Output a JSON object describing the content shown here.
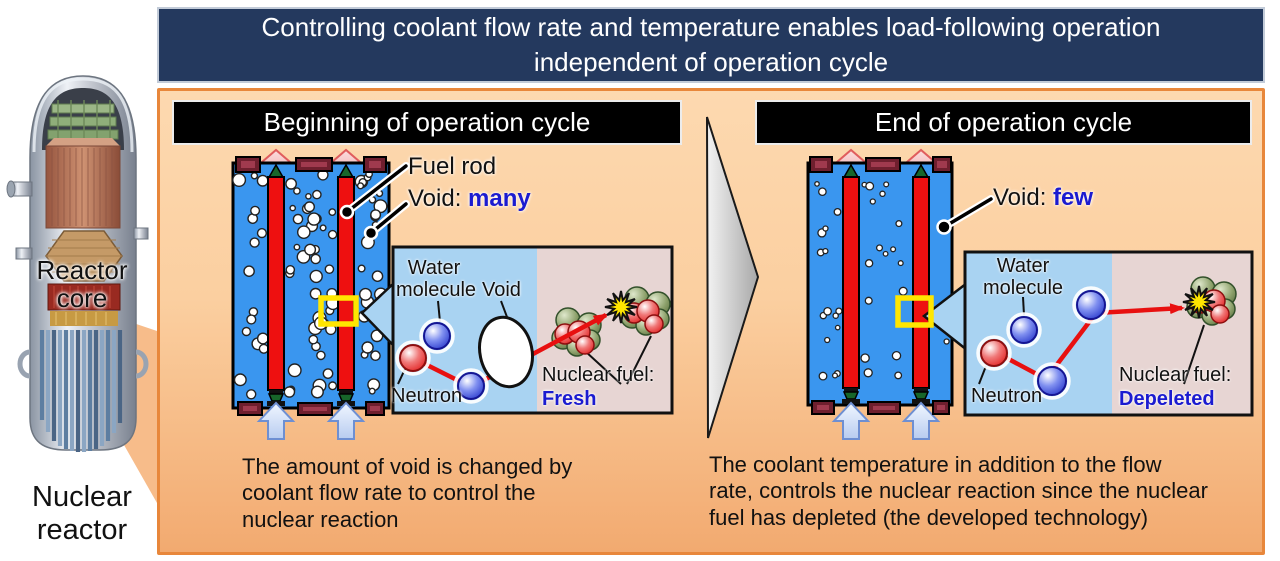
{
  "colors": {
    "banner_bg": "#24395e",
    "header_bar_bg": "#000000",
    "header_text": "#ffffff",
    "panel_bg_top": "#fdd9b0",
    "panel_bg_bottom": "#f2aa70",
    "panel_border": "#e8873b",
    "core_water_blue": "#3a96ef",
    "fuel_rod_red": "#ee1010",
    "highlight_yellow": "#ffe600",
    "emphasis_blue": "#1b1bd0",
    "inset_water_bg": "#a9d3f2",
    "inset_fuel_bg": "#e7d5d3",
    "maroon_block": "#6f1f2e",
    "wedge_orange": "#f7bc8a"
  },
  "banner": {
    "title": "Controlling coolant flow rate and temperature enables load-following operation\nindependent of operation cycle"
  },
  "reactor_figure": {
    "core_label": "Reactor\ncore",
    "name": "Nuclear\nreactor"
  },
  "beginning": {
    "header": "Beginning of operation cycle",
    "fuel_rod_label": "Fuel rod",
    "void_prefix": "Void: ",
    "void_amount": "many",
    "inset": {
      "water_molecule": "Water\nmolecule",
      "void_label": "Void",
      "neutron_label": "Neutron",
      "fuel_title": "Nuclear fuel:",
      "fuel_state": "Fresh"
    },
    "caption": "The amount of void is changed by\ncoolant flow rate to control the\nnuclear reaction"
  },
  "end": {
    "header": "End of operation cycle",
    "void_prefix": "Void: ",
    "void_amount": "few",
    "inset": {
      "water_molecule": "Water\nmolecule",
      "neutron_label": "Neutron",
      "fuel_title": "Nuclear fuel:",
      "fuel_state": "Depeleted"
    },
    "caption": "The coolant temperature in addition to the flow\nrate, controls the nuclear reaction since the nuclear\nfuel has depleted (the developed technology)"
  }
}
